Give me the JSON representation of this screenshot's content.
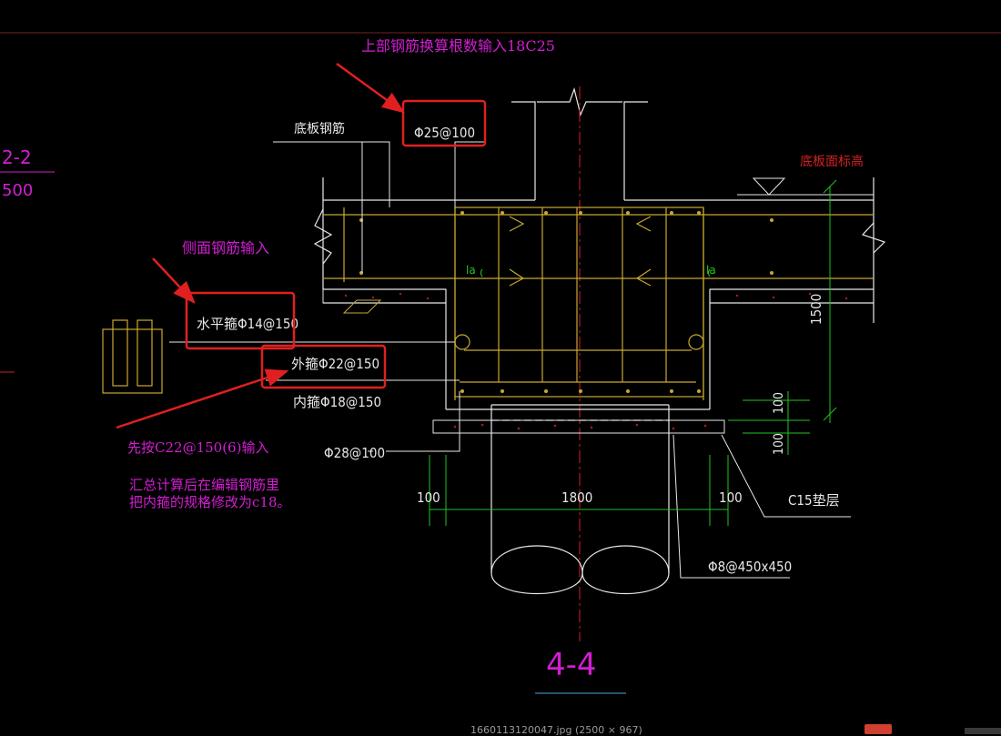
{
  "notes": {
    "top": "上部钢筋换算根数输入18C25",
    "side": "侧面钢筋输入",
    "first_input": "先按C22@150(6)输入",
    "summary_line1": "汇总计算后在编辑钢筋里",
    "summary_line2": "把内箍的规格修改为c18。"
  },
  "labels": {
    "bottom_rebar": "底板钢筋",
    "top_bar": "Φ25@100",
    "slab_elevation": "底板面标高",
    "horizontal_stirrup": "水平箍Φ14@150",
    "outer_stirrup": "外箍Φ22@150",
    "inner_stirrup": "内箍Φ18@150",
    "pile_bar": "Φ28@100",
    "cushion": "C15垫层",
    "mesh": "Φ8@450x450",
    "la_left": "la",
    "la_right": "la",
    "left_section_a": "2-2",
    "left_section_b": "500"
  },
  "dimensions": {
    "height_1500": "1500",
    "dim_100_a": "100",
    "dim_100_b": "100",
    "dim_100_left": "100",
    "dim_1800": "1800",
    "dim_100_right": "100"
  },
  "section_title": "4-4",
  "footer": {
    "caption": "1660113120047.jpg (2500 × 967)"
  },
  "colors": {
    "background": "#000000",
    "annotation": "#d21ed2",
    "highlight_box": "#e02020",
    "rebar": "#c8a832",
    "dimension": "#22c422",
    "linework": "#e8e8e8"
  }
}
